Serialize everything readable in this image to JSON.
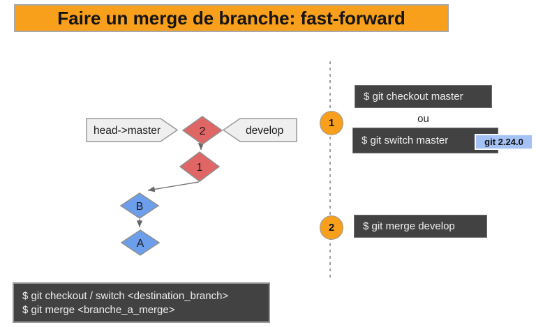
{
  "title": "Faire un merge de branche: fast-forward",
  "colors": {
    "accent_orange": "#F89F1B",
    "commit_red": "#E06666",
    "commit_blue": "#6D9EEB",
    "label_gray": "#EFEFEF",
    "box_dark": "#424242",
    "badge_blue": "#A4C2F4"
  },
  "diagram": {
    "branch_labels": {
      "head": "head->master",
      "develop": "develop"
    },
    "commits": {
      "c2": "2",
      "c1": "1",
      "cB": "B",
      "cA": "A"
    }
  },
  "steps": {
    "step1": {
      "number": "1",
      "cmd_checkout": "$ git checkout master",
      "or": "ou",
      "cmd_switch": "$ git switch master",
      "badge": "git 2.24.0"
    },
    "step2": {
      "number": "2",
      "cmd_merge": "$ git merge develop"
    }
  },
  "footer": {
    "line1": "$ git checkout / switch <destination_branch>",
    "line2": "$ git merge <branche_a_merge>"
  }
}
